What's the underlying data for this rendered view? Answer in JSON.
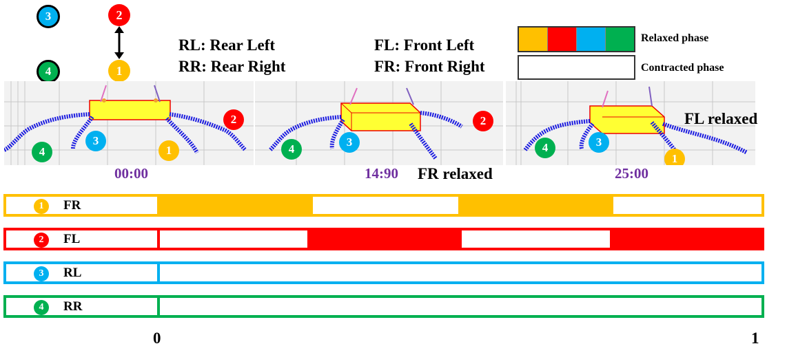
{
  "top": {
    "legs": [
      {
        "id": "1",
        "color": "#ffc000"
      },
      {
        "id": "2",
        "color": "#ff0000"
      },
      {
        "id": "3",
        "color": "#00b0f0"
      },
      {
        "id": "4",
        "color": "#00b050"
      }
    ],
    "abbrev": {
      "rl": "RL: Rear Left",
      "rr": "RR: Rear Right",
      "fl": "FL: Front Left",
      "fr": "FR: Front Right"
    },
    "legend": {
      "relaxed": "Relaxed phase",
      "contracted": "Contracted phase",
      "relaxed_colors": [
        "#ffc000",
        "#ff0000",
        "#00b0f0",
        "#00b050"
      ]
    }
  },
  "snapshots": [
    {
      "time": "00:00",
      "caption": ""
    },
    {
      "time": "14:90",
      "caption": "FR relaxed"
    },
    {
      "time": "25:00",
      "caption": "FL relaxed"
    }
  ],
  "chart_data": {
    "type": "gait-phase-timeline",
    "x_range": [
      0,
      1
    ],
    "x_tick_labels": [
      "0",
      "1"
    ],
    "rows": [
      {
        "badge": "1",
        "label": "FR",
        "color": "#ffc000",
        "relaxed_intervals": [
          [
            0,
            0.253
          ],
          [
            0.494,
            0.75
          ]
        ]
      },
      {
        "badge": "2",
        "label": "FL",
        "color": "#ff0000",
        "relaxed_intervals": [
          [
            0.244,
            0.5
          ],
          [
            0.745,
            1.0
          ]
        ]
      },
      {
        "badge": "3",
        "label": "RL",
        "color": "#00b0f0",
        "relaxed_intervals": []
      },
      {
        "badge": "4",
        "label": "RR",
        "color": "#00b050",
        "relaxed_intervals": []
      }
    ]
  }
}
